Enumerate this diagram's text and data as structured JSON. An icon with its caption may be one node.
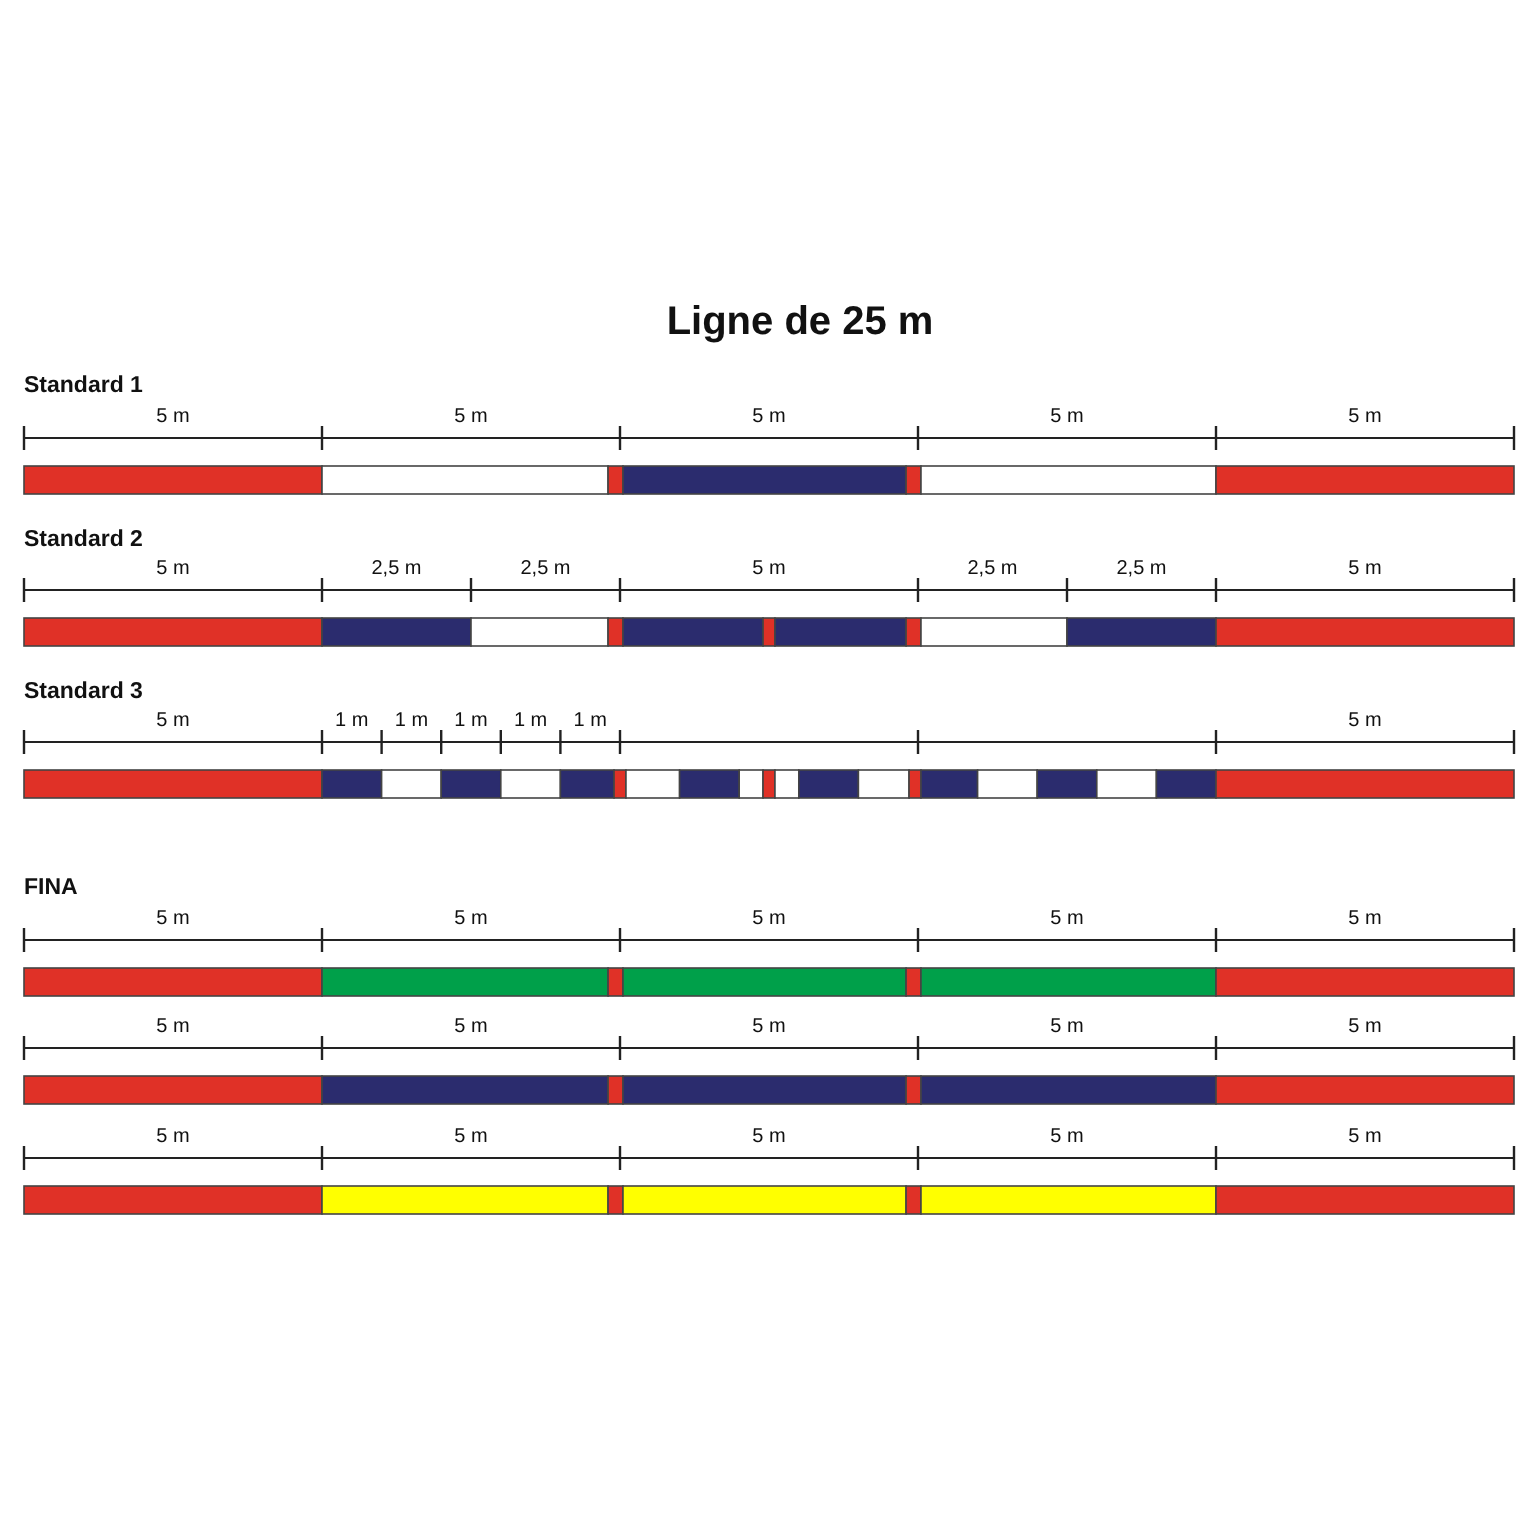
{
  "diagram": {
    "title": "Ligne de 25 m",
    "labels": [
      "Standard 1",
      "5 m",
      "5 m",
      "5 m",
      "5 m",
      "5 m",
      "Standard 2",
      "5 m",
      "2,5 m",
      "2,5 m",
      "5 m",
      "2,5 m",
      "2,5 m",
      "5 m",
      "Standard 3",
      "5 m",
      "1 m",
      "1 m",
      "1 m",
      "1 m",
      "1 m",
      "5 m",
      "FINA",
      "5 m",
      "5 m",
      "5 m",
      "5 m",
      "5 m",
      "5 m",
      "5 m",
      "5 m",
      "5 m",
      "5 m",
      "5 m",
      "5 m",
      "5 m",
      "5 m",
      "5 m"
    ]
  }
}
